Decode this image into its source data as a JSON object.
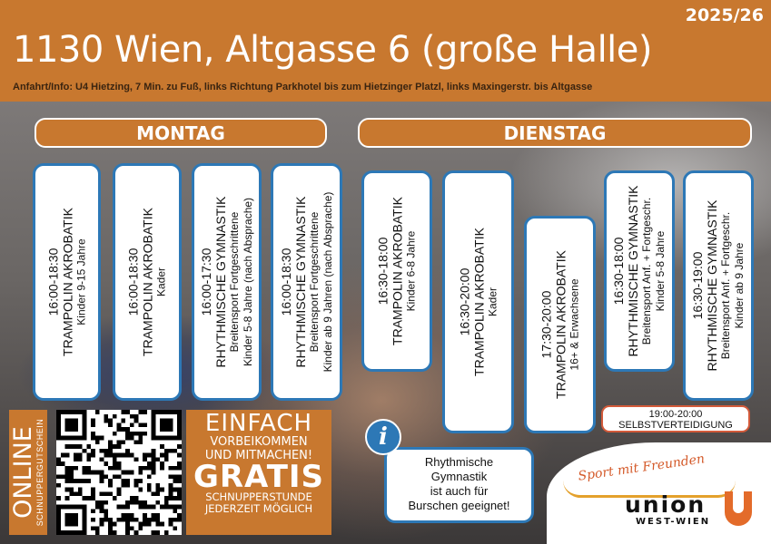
{
  "season": "2025/26",
  "title": "1130 Wien, Altgasse 6 (große Halle)",
  "info": "Anfahrt/Info:  U4 Hietzing, 7 Min. zu Fuß, links Richtung Parkhotel bis zum Hietzinger Platzl, links Maxingerstr. bis Altgasse",
  "days": {
    "monday": "MONTAG",
    "tuesday": "DIENSTAG"
  },
  "monday": [
    {
      "time": "16:00-18:30",
      "title": "TRAMPOLIN AKROBATIK",
      "line3": "Kinder 9-15 Jahre"
    },
    {
      "time": "16:00-18:30",
      "title": "TRAMPOLIN AKROBATIK",
      "line3": "Kader"
    },
    {
      "time": "16:00-17:30",
      "title": "RHYTHMISCHE GYMNASTIK",
      "line3": "Breitensport Fortgeschrittene",
      "line4": "Kinder 5-8 Jahre (nach Absprache)"
    },
    {
      "time": "16:00-18:30",
      "title": "RHYTHMISCHE GYMNASTIK",
      "line3": "Breitensport Fortgeschrittene",
      "line4": "Kinder ab 9 Jahren (nach Absprache)"
    }
  ],
  "tuesday": [
    {
      "time": "16:30-18:00",
      "title": "TRAMPOLIN AKROBATIK",
      "line3": "Kinder 6-8 Jahre"
    },
    {
      "time": "16:30-20:00",
      "title": "TRAMPOLIN AKROBATIK",
      "line3": "Kader"
    },
    {
      "time": "17:30-20:00",
      "title": "TRAMPOLIN AKROBATIK",
      "line3": "16+ & Erwachsene"
    },
    {
      "time": "16:30-18:00",
      "title": "RHYTHMISCHE GYMNASTIK",
      "line3": "Breitensport Anf. + Fortgeschr.",
      "line4": "Kinder 5-8 Jahre"
    },
    {
      "time": "16:30-19:00",
      "title": "RHYTHMISCHE GYMNASTIK",
      "line3": "Breitensport Anf. + Fortgeschr.",
      "line4": "Kinder ab 9 Jahre"
    }
  ],
  "self_defense": {
    "time": "19:00-20:00",
    "title": "SELBSTVERTEIDIGUNG"
  },
  "online": {
    "big": "ONLINE",
    "small": "SCHNUPPERGUTSCHEIN"
  },
  "promo": {
    "line1": "EINFACH",
    "line2": "VORBEIKOMMEN",
    "line3": "UND MITMACHEN!",
    "line4": "GRATIS",
    "line5": "SCHNUPPERSTUNDE",
    "line6": "JEDERZEIT MÖGLICH"
  },
  "note": {
    "icon": "info-icon",
    "line1": "Rhythmische",
    "line2": "Gymnastik",
    "line3": "ist auch für",
    "line4": "Burschen geeignet!"
  },
  "logo": {
    "slogan": "Sport mit Freunden",
    "name": "union",
    "sub": "WEST-WIEN"
  },
  "colors": {
    "orange": "#c8782f",
    "blue": "#2d78b6",
    "red": "#d35a3a"
  }
}
